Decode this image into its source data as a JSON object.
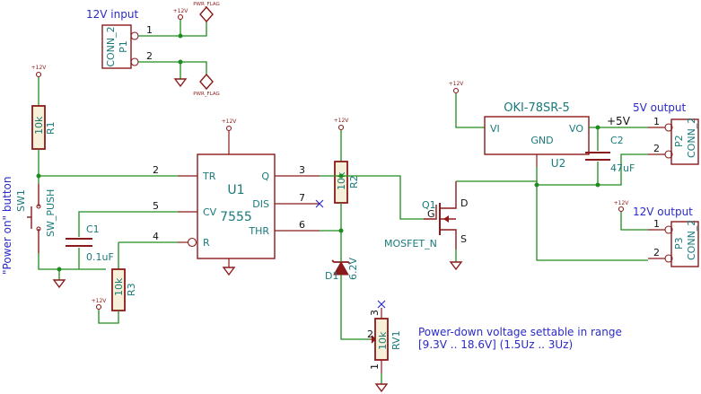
{
  "labels": {
    "input_12v": "12V input",
    "output_5v": "5V output",
    "output_12v": "12V output",
    "power_on_button": "\"Power on\" button",
    "power_down_note_1": "Power-down voltage settable in range",
    "power_down_note_2": "[9.3V .. 18.6V] (1.5Uz .. 3Uz)"
  },
  "nets": {
    "plus5v": "+5V"
  },
  "power": {
    "plus12v": "+12V",
    "pwr_flag": "PWR_FLAG"
  },
  "components": {
    "p1": {
      "ref": "P1",
      "value": "CONN_2",
      "pins": [
        "1",
        "2"
      ]
    },
    "p2": {
      "ref": "P2",
      "value": "CONN_2",
      "pins": [
        "1",
        "2"
      ]
    },
    "p3": {
      "ref": "P3",
      "value": "CONN_2",
      "pins": [
        "1",
        "2"
      ]
    },
    "r1": {
      "ref": "R1",
      "value": "10k"
    },
    "r2": {
      "ref": "R2",
      "value": "10k"
    },
    "r3": {
      "ref": "R3",
      "value": "10k"
    },
    "rv1": {
      "ref": "RV1",
      "value": "10k",
      "pins": [
        "1",
        "2",
        "3"
      ]
    },
    "c1": {
      "ref": "C1",
      "value": "0.1uF"
    },
    "c2": {
      "ref": "C2",
      "value": "47uF"
    },
    "sw1": {
      "ref": "SW1",
      "value": "SW_PUSH"
    },
    "d1": {
      "ref": "D1",
      "value": "6.2V"
    },
    "q1": {
      "ref": "Q1",
      "value": "MOSFET_N",
      "pins": {
        "g": "G",
        "d": "D",
        "s": "S"
      }
    },
    "u1": {
      "ref": "U1",
      "value": "7555",
      "pins": {
        "tr": {
          "num": "2",
          "name": "TR"
        },
        "cv": {
          "num": "5",
          "name": "CV"
        },
        "r": {
          "num": "4",
          "name": "R"
        },
        "q": {
          "num": "3",
          "name": "Q"
        },
        "dis": {
          "num": "7",
          "name": "DIS"
        },
        "thr": {
          "num": "6",
          "name": "THR"
        }
      }
    },
    "u2": {
      "ref": "U2",
      "value": "OKI-78SR-5",
      "pins": {
        "vi": "VI",
        "vo": "VO",
        "gnd": "GND"
      }
    }
  }
}
